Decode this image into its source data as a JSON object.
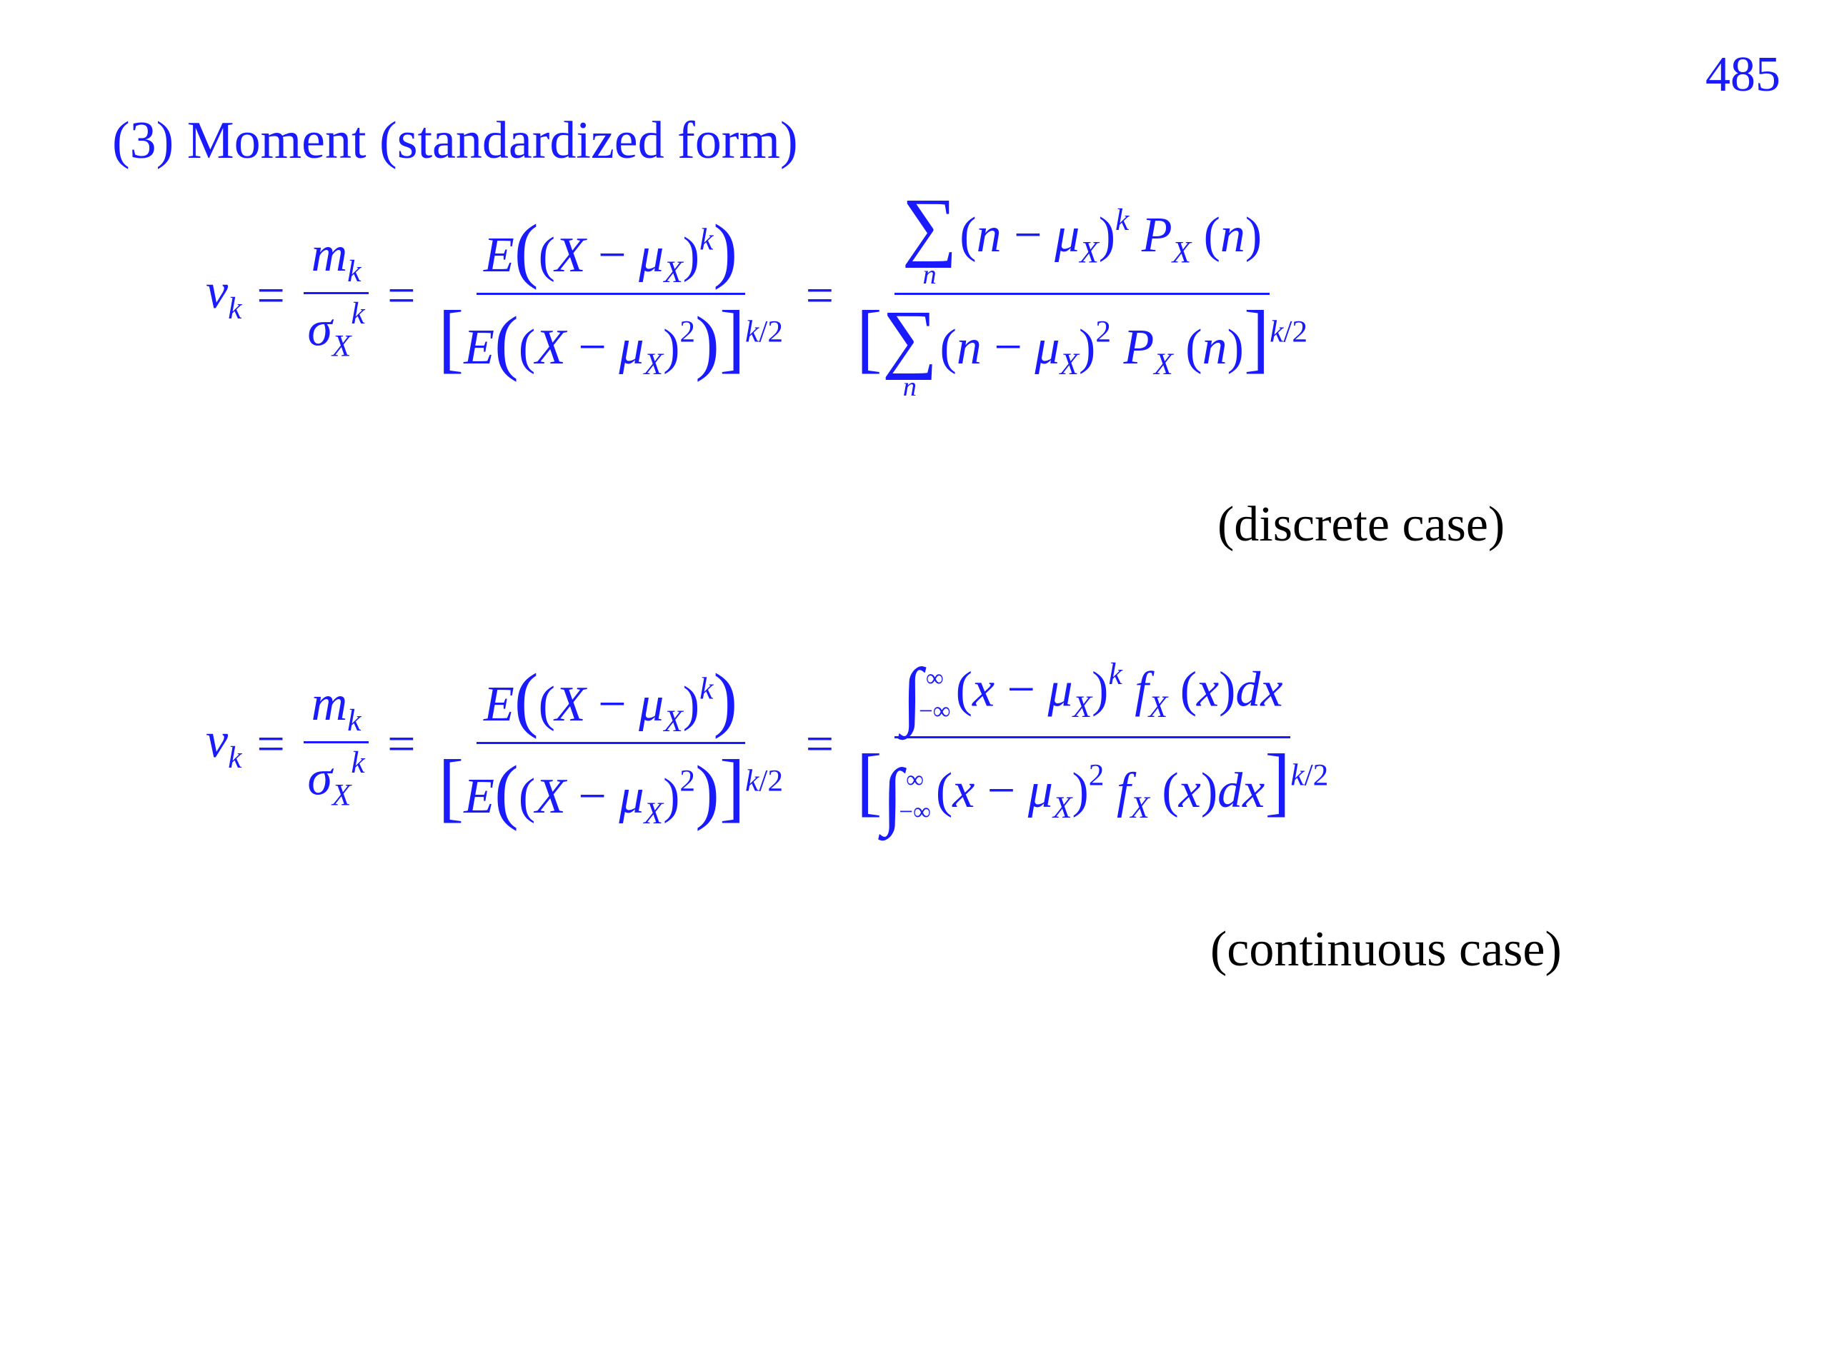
{
  "page_number": "485",
  "heading": "(3) Moment (standardized form)",
  "captions": {
    "discrete": "(discrete case)",
    "continuous": "(continuous case)"
  },
  "colors": {
    "text_blue": "#1a1aff",
    "caption_black": "#000000",
    "background": "#ffffff"
  },
  "formulas": {
    "discrete": "v_k = m_k / σ_X^k = E((X − μ_X)^k) / [E((X − μ_X)^2)]^{k/2} = Σ_n (n − μ_X)^k P_X(n) / [Σ_n (n − μ_X)^2 P_X(n)]^{k/2}",
    "continuous": "v_k = m_k / σ_X^k = E((X − μ_X)^k) / [E((X − μ_X)^2)]^{k/2} = ∫_{−∞}^{∞} (x − μ_X)^k f_X(x) dx / [∫_{−∞}^{∞} (x − μ_X)^2 f_X(x) dx]^{k/2}"
  }
}
